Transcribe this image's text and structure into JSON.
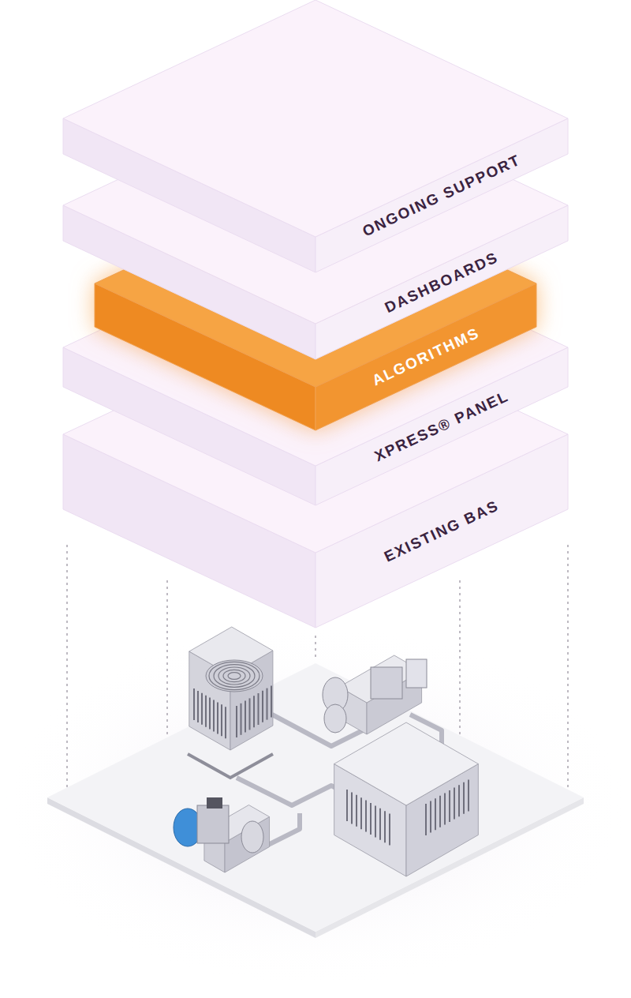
{
  "diagram": {
    "nodes": [
      {
        "text": [
          "ONGOING SUPPORT"
        ]
      },
      {
        "text": [
          "DASHBOARDS"
        ]
      },
      {
        "text": [
          "ALGORITHMS"
        ]
      },
      {
        "text": [
          "XPRESS® PANEL"
        ]
      },
      {
        "text": [
          "EXISTING BAS"
        ]
      }
    ]
  }
}
